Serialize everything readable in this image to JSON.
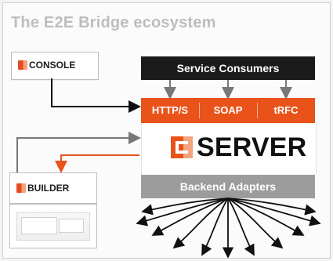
{
  "title": "The E2E Bridge ecosystem",
  "console": {
    "label": "CONSOLE"
  },
  "builder": {
    "label": "BUILDER"
  },
  "server": {
    "consumers_label": "Service Consumers",
    "protocols": [
      "HTTP/S",
      "SOAP",
      "tRFC"
    ],
    "name": "SERVER",
    "backend_label": "Backend Adapters"
  },
  "colors": {
    "accent": "#e9531a",
    "dark": "#1b1b1b",
    "gray": "#9c9c9c"
  }
}
